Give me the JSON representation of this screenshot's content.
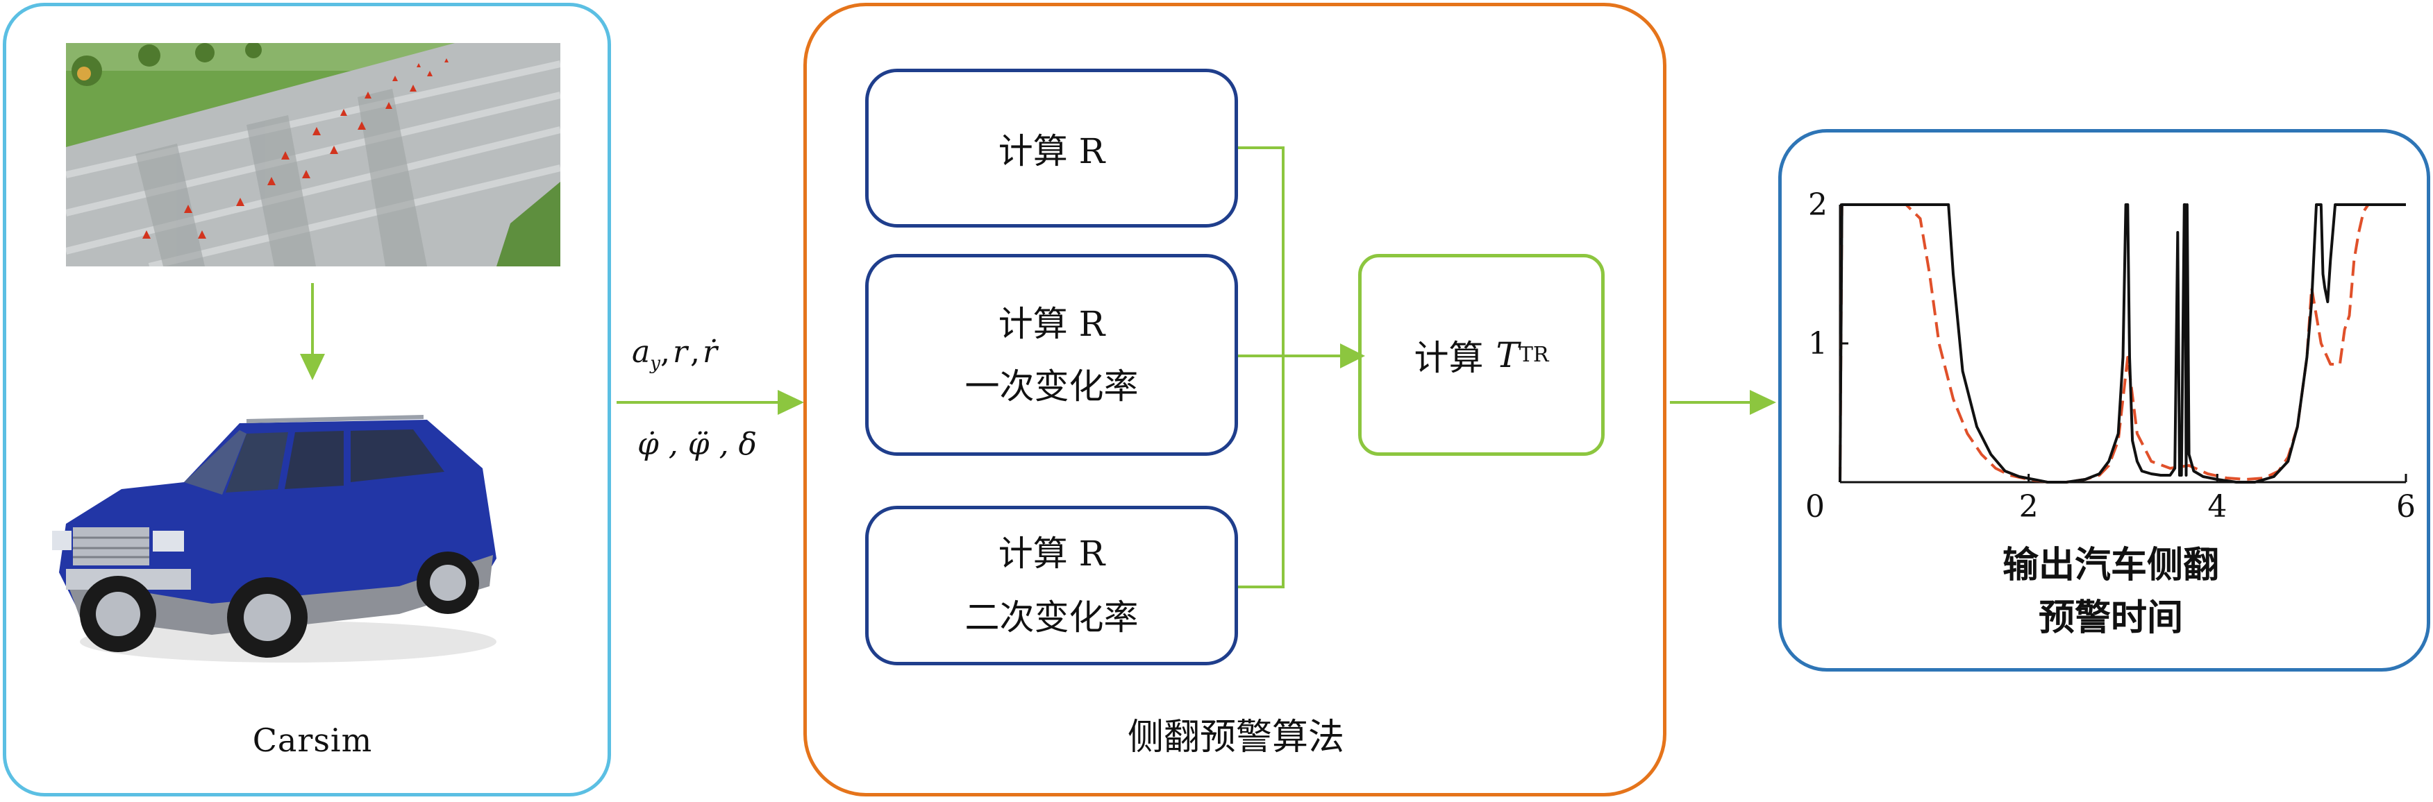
{
  "carsim_panel": {
    "label": "Carsim",
    "border_color": "#5BBFE3"
  },
  "signals": {
    "line1": [
      "a",
      "y",
      ",",
      "r",
      ",",
      "ṙ"
    ],
    "line2": "φ̇ , φ̈ , δ"
  },
  "algorithm_panel": {
    "title": "侧翻预警算法",
    "border_color": "#E5741B",
    "box_r": "计算 R",
    "box_r1_line1": "计算 R",
    "box_r1_line2": "一次变化率",
    "box_r2_line1": "计算 R",
    "box_r2_line2": "二次变化率",
    "box_ttr_prefix": "计算",
    "box_ttr_symbol": "T",
    "box_ttr_sub": "TR",
    "box_color": "#1F3E8C",
    "ttr_box_color": "#8CC63F"
  },
  "output_panel": {
    "border_color": "#2E75B6",
    "caption_line1": "输出汽车侧翻",
    "caption_line2": "预警时间"
  },
  "arrow_color": "#8CC63F",
  "chart_data": {
    "type": "line",
    "x_ticks": [
      "0",
      "2",
      "4",
      "6"
    ],
    "y_ticks": [
      "2",
      "1"
    ],
    "xlim": [
      0,
      6
    ],
    "ylim": [
      0,
      2
    ],
    "series": [
      {
        "color": "#111111",
        "style": "solid",
        "x": [
          0,
          0.02,
          0.05,
          0.9,
          1.15,
          1.2,
          1.3,
          1.45,
          1.6,
          1.75,
          1.9,
          2.05,
          2.2,
          2.4,
          2.6,
          2.75,
          2.85,
          2.95,
          3.0,
          3.03,
          3.05,
          3.07,
          3.1,
          3.15,
          3.2,
          3.3,
          3.4,
          3.5,
          3.55,
          3.58,
          3.6,
          3.62,
          3.65,
          3.66,
          3.67,
          3.68,
          3.7,
          3.75,
          3.85,
          4.0,
          4.2,
          4.4,
          4.6,
          4.75,
          4.85,
          4.95,
          5.0,
          5.05,
          5.1,
          5.12,
          5.14,
          5.17,
          5.2,
          5.25,
          5.3,
          5.35,
          5.4,
          5.5,
          5.6,
          5.8,
          6.0
        ],
        "y": [
          0,
          2,
          2,
          2,
          2,
          1.5,
          0.8,
          0.4,
          0.2,
          0.08,
          0.04,
          0.02,
          0.0,
          0.0,
          0.02,
          0.06,
          0.15,
          0.35,
          0.9,
          2.0,
          2.0,
          0.9,
          0.3,
          0.15,
          0.08,
          0.06,
          0.05,
          0.05,
          0.1,
          1.8,
          0.05,
          0.05,
          2.0,
          2.0,
          0.05,
          2.0,
          0.2,
          0.08,
          0.04,
          0.02,
          0.0,
          0.0,
          0.04,
          0.15,
          0.4,
          0.9,
          1.3,
          2.0,
          2.0,
          1.5,
          1.4,
          1.3,
          1.6,
          2.0,
          2.0,
          2.0,
          2.0,
          2.0,
          2.0,
          2.0,
          2.0
        ]
      },
      {
        "color": "#E0502A",
        "style": "dashed",
        "x": [
          0,
          0.02,
          0.05,
          0.7,
          0.85,
          0.95,
          1.05,
          1.2,
          1.35,
          1.5,
          1.65,
          1.8,
          2.0,
          2.2,
          2.4,
          2.6,
          2.75,
          2.85,
          2.95,
          3.05,
          3.15,
          3.3,
          3.5,
          3.7,
          3.9,
          4.1,
          4.3,
          4.5,
          4.65,
          4.75,
          4.85,
          4.95,
          5.0,
          5.05,
          5.1,
          5.2,
          5.3,
          5.35,
          5.4,
          5.45,
          5.5,
          5.55,
          5.6,
          5.8,
          6.0
        ],
        "y": [
          0,
          2,
          2,
          2,
          1.9,
          1.5,
          1.0,
          0.6,
          0.35,
          0.2,
          0.1,
          0.05,
          0.02,
          0.0,
          0.0,
          0.02,
          0.05,
          0.12,
          0.3,
          0.9,
          0.35,
          0.15,
          0.1,
          0.12,
          0.06,
          0.03,
          0.02,
          0.03,
          0.08,
          0.18,
          0.4,
          0.9,
          1.4,
          1.2,
          1.0,
          0.85,
          0.85,
          1.1,
          1.2,
          1.6,
          1.8,
          1.95,
          2.0,
          2.0,
          2.0
        ]
      }
    ]
  }
}
